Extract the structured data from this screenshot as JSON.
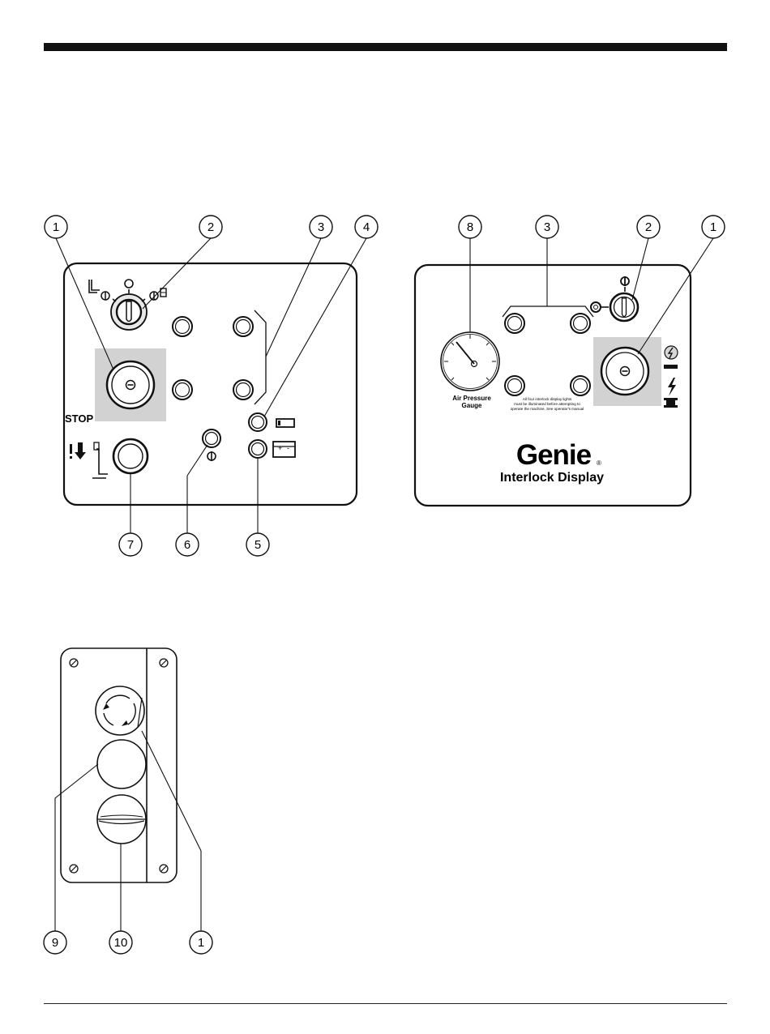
{
  "callouts": {
    "left": [
      "1",
      "2",
      "3",
      "4",
      "7",
      "6",
      "5"
    ],
    "right": [
      "8",
      "3",
      "2",
      "1"
    ],
    "lower": [
      "9",
      "10",
      "1"
    ]
  },
  "panel_left": {
    "stop_label": "STOP"
  },
  "panel_right": {
    "gauge_label_line1": "Air Pressure",
    "gauge_label_line2": "Gauge",
    "note_line1": "All four interlock display lights",
    "note_line2": "must be illuminated before attempting to",
    "note_line3": "operate the machine. See operator's manual",
    "brand": "Genie",
    "registered_mark": "®",
    "title": "Interlock Display"
  },
  "icons": {
    "stop_button": "emergency-stop-icon",
    "key_switch": "key-switch-icon",
    "battery_low": "battery-low-icon",
    "battery_charge": "battery-charge-icon",
    "power_on": "power-on-icon",
    "lower_override": "lower-override-icon"
  }
}
